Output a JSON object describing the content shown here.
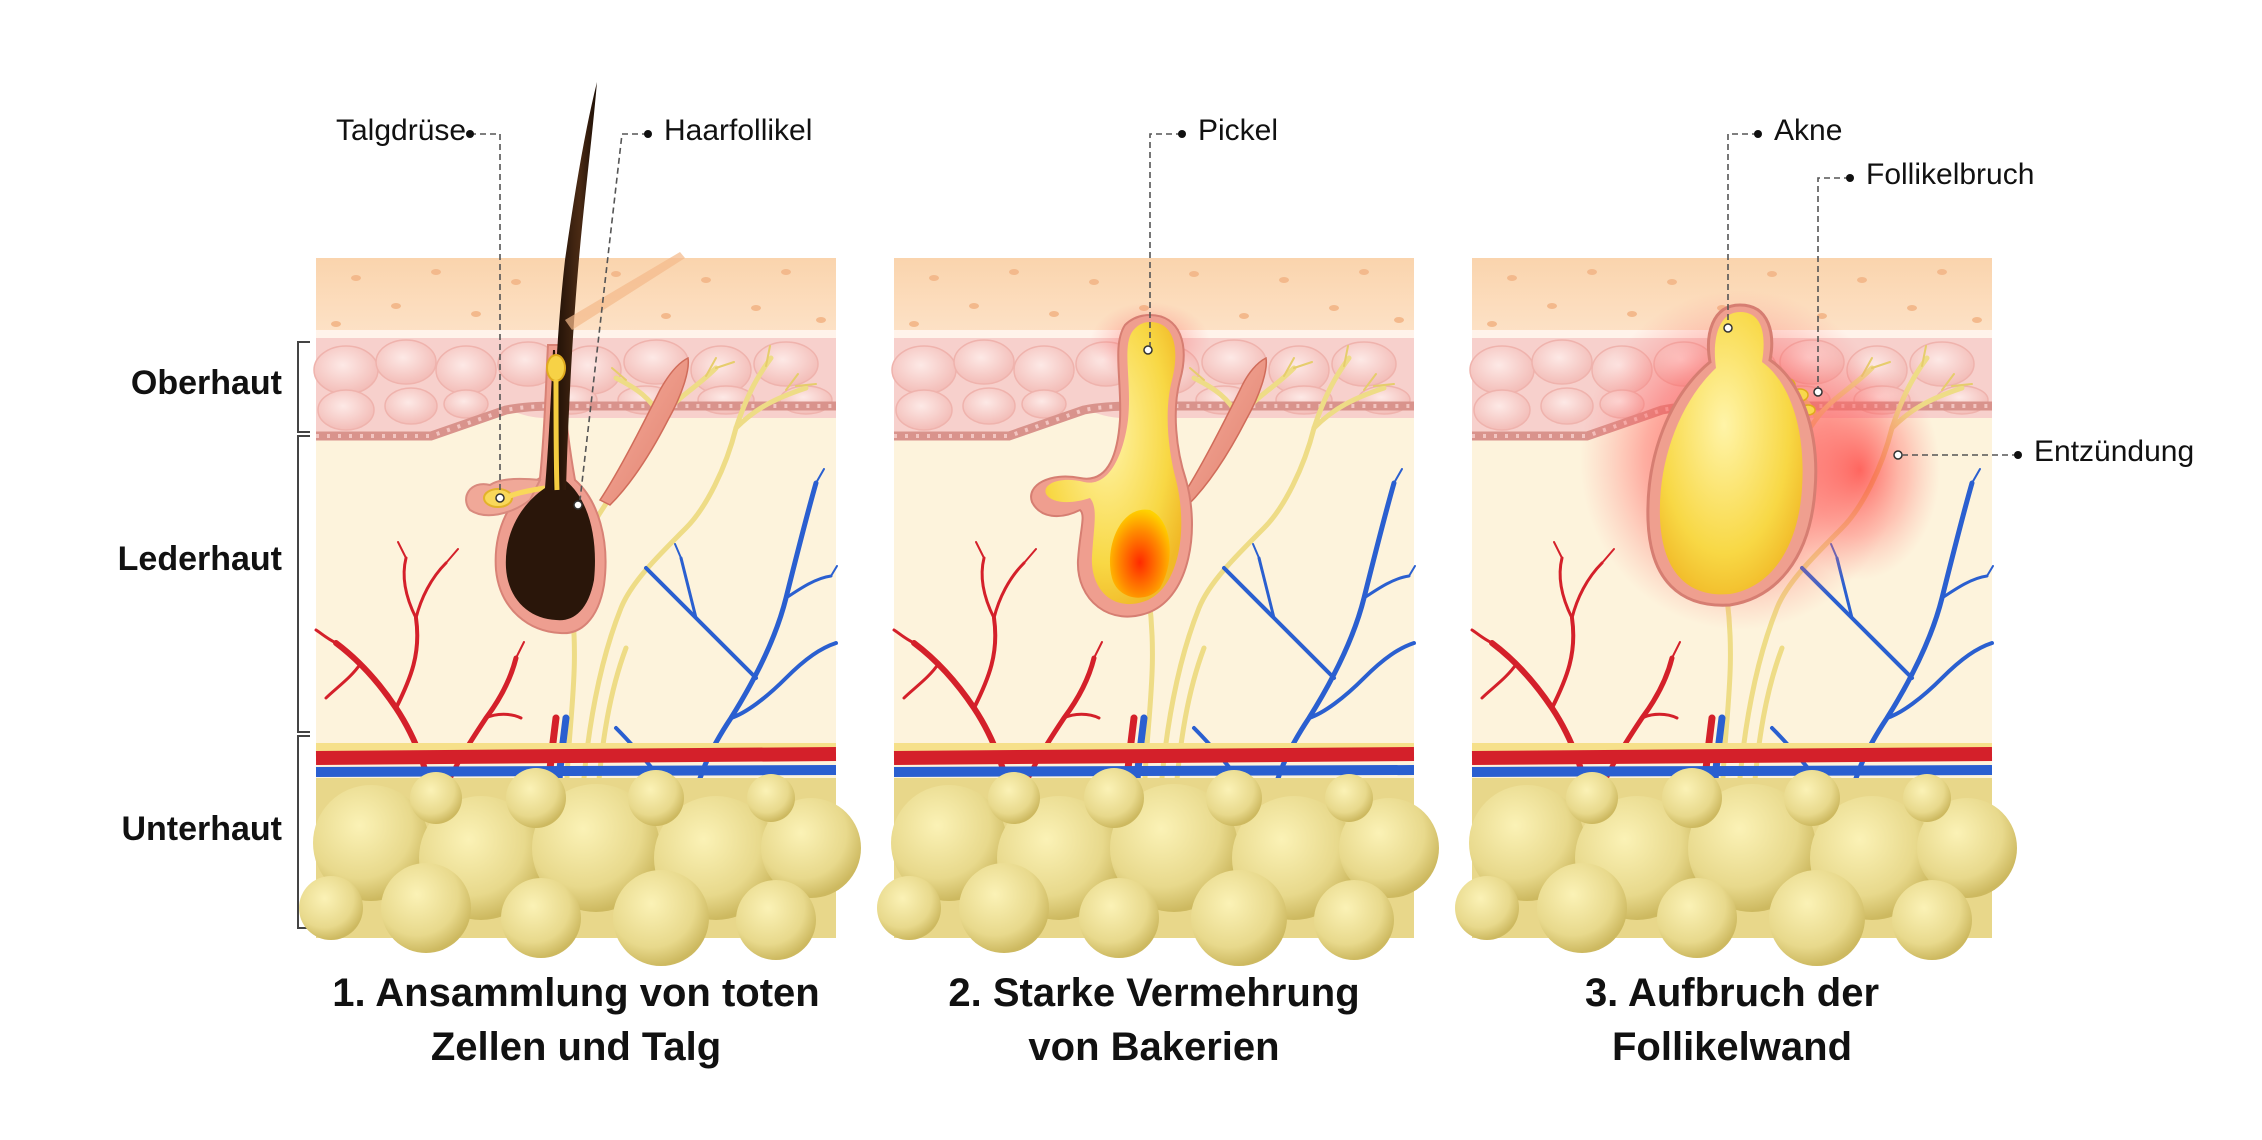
{
  "layers": [
    {
      "id": "oberhaut",
      "label": "Oberhaut"
    },
    {
      "id": "lederhaut",
      "label": "Lederhaut"
    },
    {
      "id": "unterhaut",
      "label": "Unterhaut"
    }
  ],
  "panels": [
    {
      "caption_line1": "1. Ansammlung von toten",
      "caption_line2": "Zellen und Talg",
      "callouts": [
        "Talgdrüse",
        "Haarfollikel"
      ]
    },
    {
      "caption_line1": "2. Starke Vermehrung",
      "caption_line2": "von Bakerien",
      "callouts": [
        "Pickel"
      ]
    },
    {
      "caption_line1": "3. Aufbruch der",
      "caption_line2": "Follikelwand",
      "callouts": [
        "Akne",
        "Follikelbruch",
        "Entzündung"
      ]
    }
  ],
  "colors": {
    "epidermis_top": "#fbd9b6",
    "epidermis_cells": "#f6c9c6",
    "dermis": "#fdf3dc",
    "fat": "#e6d68a",
    "artery": "#d4202a",
    "vein": "#2a5fd0",
    "nerve": "#eedc86",
    "follicle": "#e9968a",
    "hair": "#3a2010",
    "pus": "#f7d84a",
    "inflammation": "#ff3b3b"
  }
}
